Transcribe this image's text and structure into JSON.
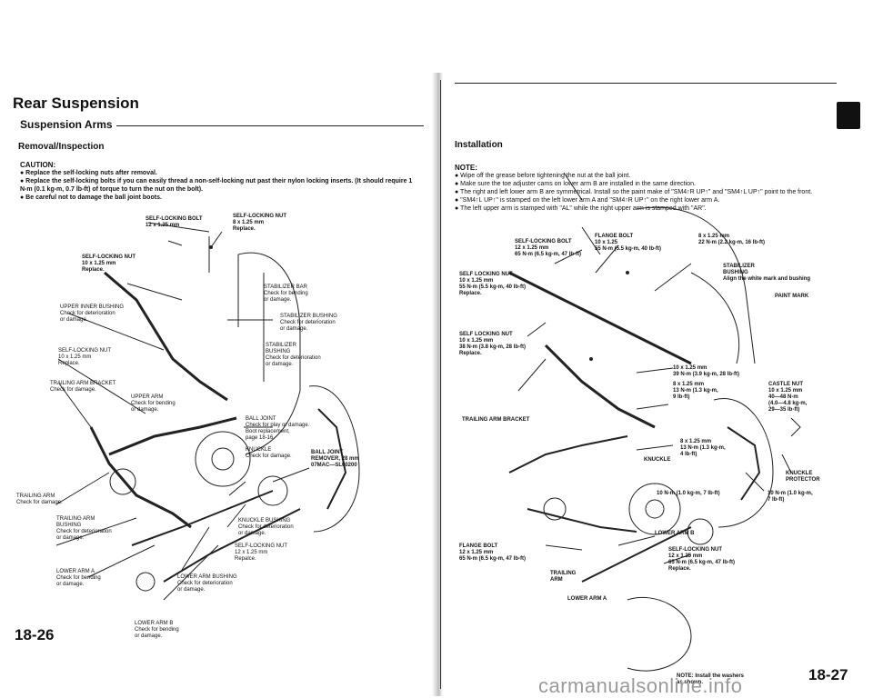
{
  "left_page": {
    "title": "Rear Suspension",
    "subtitle": "Suspension Arms",
    "section": "Removal/Inspection",
    "caution_label": "CAUTION:",
    "caution_items": [
      "● Replace the self-locking nuts after removal.",
      "● Replace the self-locking bolts if you can easily thread a non-self-locking nut past their nylon locking inserts. (It should require 1 N-m (0.1 kg-m, 0.7 lb-ft) of torque to turn the nut on the bolt).",
      "● Be careful not to damage the ball joint boots."
    ],
    "callouts": {
      "sl_bolt_top": "SELF-LOCKING BOLT\n12 x 1.25 mm",
      "sl_nut_top": "SELF-LOCKING NUT\n8 x 1.25 mm\nReplace.",
      "sl_nut_left": "SELF-LOCKING NUT\n10 x 1.25 mm\nReplace.",
      "stab_bar": "STABILIZER BAR\nCheck for bending\nor damage.",
      "stab_bushing": "STABILIZER BUSHING\nCheck for deterioration\nor damage.",
      "upper_inner_bushing": "UPPER INNER BUSHING\nCheck for deterioration\nor damage.",
      "stab_bushing2": "STABILIZER\nBUSHING\nCheck for deterioration\nor damage.",
      "sl_nut_mid": "SELF-LOCKING NUT\n10 x 1.25 mm\nReplace.",
      "trailing_bracket": "TRAILING ARM BRACKET\nCheck for damage.",
      "upper_arm": "UPPER ARM\nCheck for bending\nor damage.",
      "ball_joint": "BALL JOINT\nCheck for play or damage.\nBoot replacement,\npage 18-16",
      "knuckle": "KNUCKLE\nCheck for damage.",
      "ball_joint_remover": "BALL JOINT\nREMOVER, 28 mm\n07MAC—SL00200",
      "trailing_arm": "TRAILING ARM\nCheck for damage.",
      "trailing_bushing": "TRAILING ARM\nBUSHING\nCheck for deterioration\nor damage.",
      "knuckle_bushing": "KNUCKLE BUSHING\nCheck for deterioration\nor damage.",
      "sl_nut_bottom": "SELF-LOCKING NUT\n12 x 1.25 mm\nRepalce.",
      "lower_arm_a": "LOWER ARM A\nCheck for bending\nor damage.",
      "lower_arm_bushing": "LOWER ARM BUSHING\nCheck for deterioration\nor damage.",
      "lower_arm_b": "LOWER ARM B\nCheck for bending\nor damage."
    },
    "page_number": "18-26"
  },
  "right_page": {
    "section": "Installation",
    "note_label": "NOTE:",
    "note_items": [
      "● Wipe off the grease before tightening the nut at the ball joint.",
      "● Make sure the toe adjuster cams on lower arm B are installed in the same direction.",
      "● The right and left lower arm B are symmetrical. Install so the paint make of \"SM4↑R UP↑\" and \"SM4↑L UP↑\" point to the front.",
      "● \"SM4↑L UP↑\" is stamped on the left lower arm A and \"SM4↑R UP↑\" on the right lower arm A.",
      "● The left upper arm is stamped with \"AL\" while the right upper arm is stamped with \"AR\"."
    ],
    "callouts": {
      "sl_bolt": "SELF-LOCKING BOLT\n12 x 1.25 mm\n65 N-m (6.5 kg-m, 47 lb-ft)",
      "flange_bolt_top": "FLANGE BOLT\n10 x 1.25\n55 N-m (5.5 kg-m, 40 lb-ft)",
      "torque_8": "8 x 1.25 mm\n22 N-m (2.2 kg-m, 16 lb-ft)",
      "sl_nut_a": "SELF LOCKING NUT\n10 x 1.25 mm\n55 N-m (5.5 kg-m, 40 lb-ft)\nReplace.",
      "stab_bushing": "STABILIZER\nBUSHING\nAlign the white mark and bushing",
      "paint_mark": "PAINT MARK",
      "sl_nut_b": "SELF LOCKING NUT\n10 x 1.25 mm\n38 N-m (3.8 kg-m, 28 lb-ft)\nReplace.",
      "torque_10": "10 x 1.25 mm\n39 N-m (3.9 kg-m, 28 lb-ft)",
      "torque_8b": "8 x 1.25 mm\n13 N-m (1.3 kg-m,\n9 lb-ft)",
      "castle_nut": "CASTLE NUT\n10 x 1.25 mm\n40—48 N-m\n(4.0—4.8 kg-m,\n29—35 lb-ft)",
      "trailing_bracket": "TRAILING ARM BRACKET",
      "torque_8c": "8 x 1.25 mm\n13 N-m (1.3 kg-m,\n4 lb-ft)",
      "knuckle": "KNUCKLE",
      "knuckle_protector": "KNUCKLE\nPROTECTOR",
      "torque_10nm": "10 N-m (1.0 kg-m, 7 lb-ft)",
      "torque_10nm_b": "10 N-m (1.0 kg-m,\n7 lb-ft)",
      "lower_arm_b": "LOWER ARM B",
      "flange_bolt_bottom": "FLANGE BOLT\n12 x 1.25 mm\n65 N-m (6.5 kg-m, 47 lb-ft)",
      "sl_nut_c": "SELF-LOCKING NUT\n12 x 1.25 mm\n65 N-m (6.5 kg-m, 47 lb-ft)\nReplace.",
      "trailing_arm": "TRAILING\nARM",
      "lower_arm_a": "LOWER ARM A",
      "washer_note": "NOTE: Install the washers\nas shown."
    },
    "page_number": "18-27"
  },
  "watermark": "carmanualsonline.info"
}
